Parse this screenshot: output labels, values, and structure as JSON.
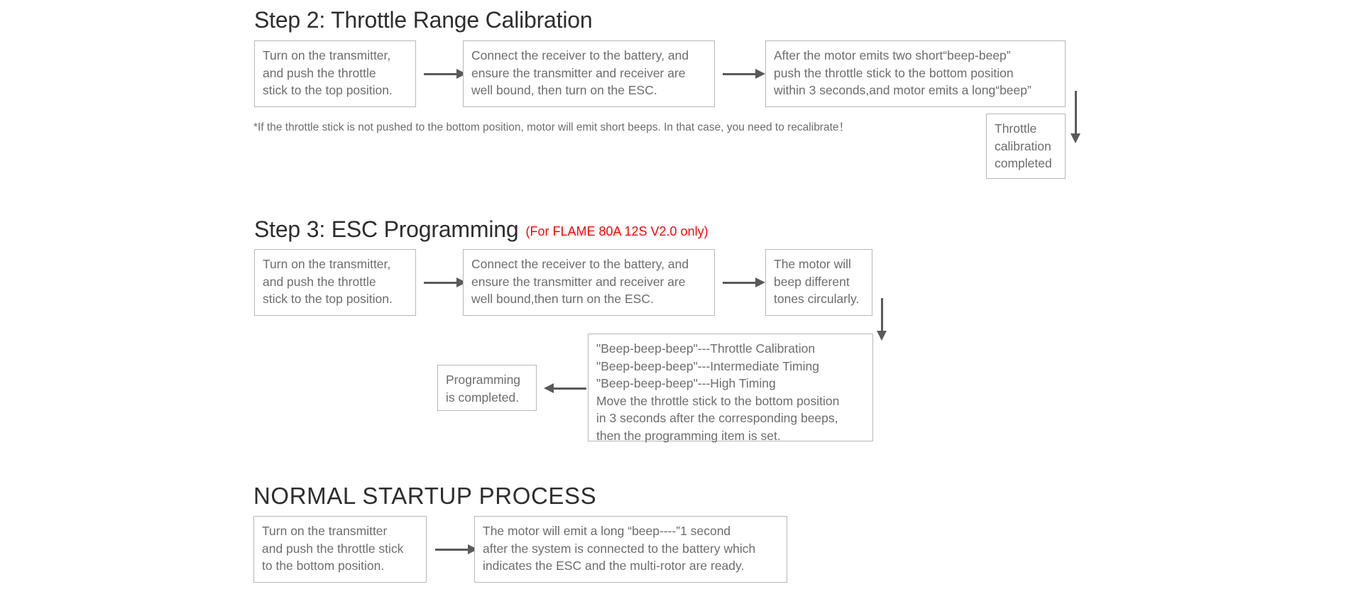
{
  "colors": {
    "text_heading": "#2e2e2e",
    "text_body": "#6d6d6d",
    "accent_red": "#ff0000",
    "box_border": "#b7b7b7",
    "arrow": "#5a5a5a"
  },
  "step2": {
    "heading": "Step 2: Throttle Range Calibration",
    "box1": "Turn on the transmitter,\nand push the throttle\nstick to the top position.",
    "box2": "Connect the receiver to the battery, and\nensure the transmitter and receiver are\nwell bound, then turn on the ESC.",
    "box3": "After the motor emits two short“beep-beep”\npush the throttle stick to the bottom position\nwithin 3 seconds,and motor emits a long“beep”",
    "box4": "Throttle\ncalibration\ncompleted",
    "footnote": "*If the throttle stick is not pushed to the bottom position, motor will emit short beeps. In that case, you need to recalibrate！"
  },
  "step3": {
    "heading": "Step 3: ESC Programming",
    "heading_note": "(For FLAME 80A 12S V2.0 only)",
    "box1": "Turn on the transmitter,\nand push the throttle\nstick to the top position.",
    "box2": "Connect the receiver to the battery, and\nensure the transmitter and receiver are\nwell bound,then turn on the ESC.",
    "box3": "The motor will\nbeep different\ntones circularly.",
    "box4": "\"Beep-beep-beep\"---Throttle Calibration\n\"Beep-beep-beep\"---Intermediate Timing\n\"Beep-beep-beep\"---High Timing\nMove the throttle stick to the bottom position\nin 3 seconds after the corresponding beeps,\nthen the programming item is set.",
    "box5": "Programming\nis completed."
  },
  "normal_startup": {
    "heading": "NORMAL STARTUP PROCESS",
    "box1": "Turn on the transmitter\nand push the throttle stick\nto the bottom position.",
    "box2": "The motor will emit a long “beep----”1 second\nafter the system is connected to the battery which\nindicates the ESC and the multi-rotor are ready."
  }
}
